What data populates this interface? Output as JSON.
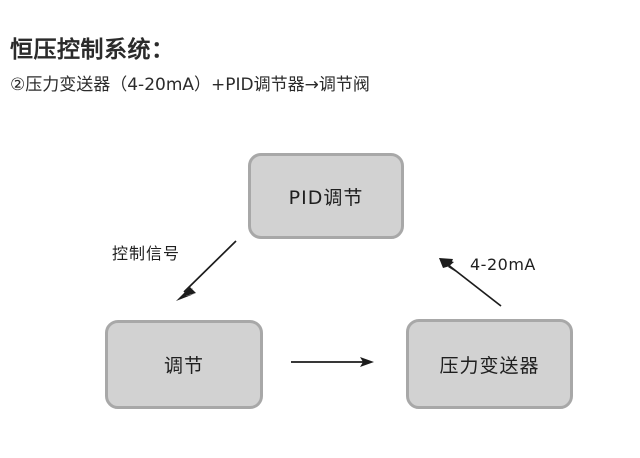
{
  "document": {
    "title": "恒压控制系统：",
    "subtitle": "②压力变送器（4-20mA）+PID调节器→调节阀",
    "background_color": "#ffffff",
    "text_color": "#2b2b2b"
  },
  "diagram": {
    "node_fill_color": "#d2d2d2",
    "node_border_color": "#a8a8a8",
    "arrow_color": "#1c1c1c",
    "nodes": [
      {
        "id": "pid",
        "label": "PID调节"
      },
      {
        "id": "valve",
        "label": "调节"
      },
      {
        "id": "transmitter",
        "label": "压力变送器"
      }
    ],
    "edges": [
      {
        "id": "pid-to-valve",
        "label": "控制信号",
        "from": "pid",
        "to": "valve"
      },
      {
        "id": "valve-to-transmitter",
        "label": "",
        "from": "valve",
        "to": "transmitter"
      },
      {
        "id": "transmitter-to-pid",
        "label": "4-20mA",
        "from": "transmitter",
        "to": "pid"
      }
    ]
  }
}
